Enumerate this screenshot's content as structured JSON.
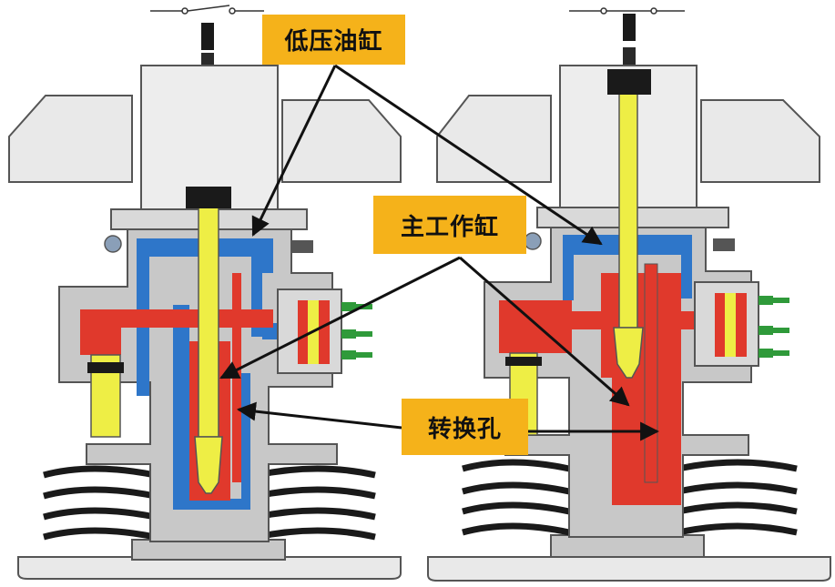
{
  "labels": {
    "low_pressure_cylinder": "低压油缸",
    "main_cylinder": "主工作缸",
    "transfer_hole": "转换孔"
  },
  "colors": {
    "callout_bg": "#f5b21a",
    "body_gray": "#c8c8c8",
    "outline": "#555555",
    "oil_blue": "#2e76c9",
    "oil_red": "#e0392c",
    "piston_yellow": "#eeee45",
    "valve_green": "#2f9a3a",
    "spring_black": "#1a1a1a"
  },
  "icons": [
    "arrow-icon",
    "valve-connector-icon",
    "coil-spring-icon",
    "switch-icon"
  ]
}
